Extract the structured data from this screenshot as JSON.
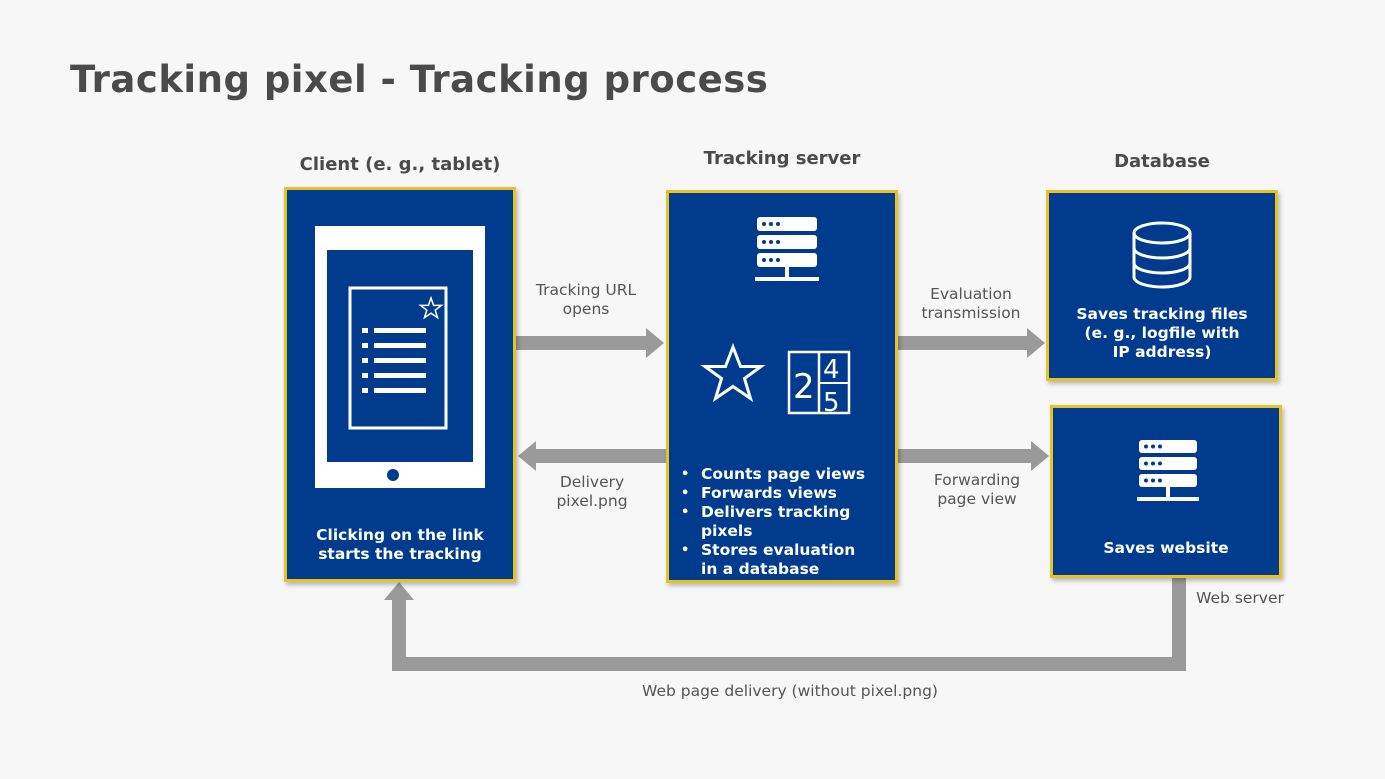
{
  "title": "Tracking pixel - Tracking process",
  "columns": {
    "client": "Client (e. g., tablet)",
    "server": "Tracking server",
    "database": "Database"
  },
  "client_box": {
    "caption_line1": "Clicking on the link",
    "caption_line2": "starts the tracking"
  },
  "server_box": {
    "counter_digits": [
      "2",
      "4",
      "5"
    ],
    "features": [
      "Counts page views",
      "Forwards views",
      "Delivers tracking pixels",
      "Stores evaluation in a database"
    ]
  },
  "database_box": {
    "line1": "Saves tracking files",
    "line2": "(e. g., logfile with",
    "line3": "IP address)"
  },
  "webserver_box": {
    "caption": "Saves website",
    "label": "Web server"
  },
  "arrows": {
    "tracking_url_line1": "Tracking URL",
    "tracking_url_line2": "opens",
    "delivery_line1": "Delivery",
    "delivery_line2": "pixel.png",
    "evaluation_line1": "Evaluation",
    "evaluation_line2": "transmission",
    "forwarding_line1": "Forwarding",
    "forwarding_line2": "page view",
    "web_delivery": "Web page delivery (without pixel.png)"
  },
  "colors": {
    "box_fill": "#003b8e",
    "box_border": "#e6c224",
    "arrow": "#9a9a9a",
    "text": "#4a4a4a"
  }
}
